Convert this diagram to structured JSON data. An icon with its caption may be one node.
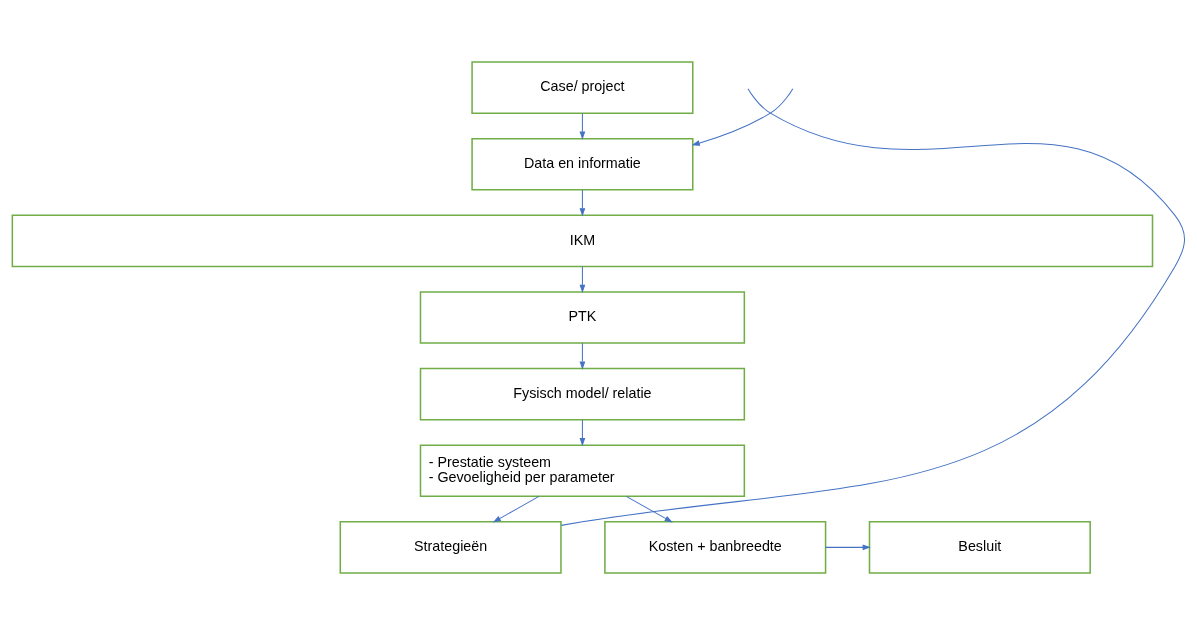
{
  "diagram": {
    "nodes": [
      {
        "text": [
          "Case/ project"
        ]
      },
      {
        "text": [
          "Data en informatie"
        ]
      },
      {
        "text": [
          "IKM"
        ]
      },
      {
        "text": [
          "PTK"
        ]
      },
      {
        "text": [
          "Fysisch model/ relatie"
        ]
      },
      {
        "text": [
          "- Prestatie systeem",
          "- Gevoeligheid per parameter"
        ]
      },
      {
        "text": [
          "Strategieën"
        ]
      },
      {
        "text": [
          "Besluit"
        ]
      },
      {
        "text": [
          "Kosten + banbreedte"
        ]
      }
    ],
    "edges": [
      {
        "from": 0,
        "to": 1,
        "arrow": "to"
      },
      {
        "from": 1,
        "to": 2,
        "arrow": "to"
      },
      {
        "from": 2,
        "to": 3,
        "arrow": "to"
      },
      {
        "from": 3,
        "to": 4,
        "arrow": "to"
      },
      {
        "from": 4,
        "to": 5,
        "arrow": "to"
      },
      {
        "from": 5,
        "to": 6,
        "arrow": "to"
      },
      {
        "from": 5,
        "to": 8,
        "arrow": "to"
      },
      {
        "from": 8,
        "to": 7,
        "arrow": "to"
      },
      {
        "from": 6,
        "to": null,
        "arrow": "none"
      },
      {
        "from": null,
        "to": 1,
        "arrow": "to"
      }
    ]
  }
}
